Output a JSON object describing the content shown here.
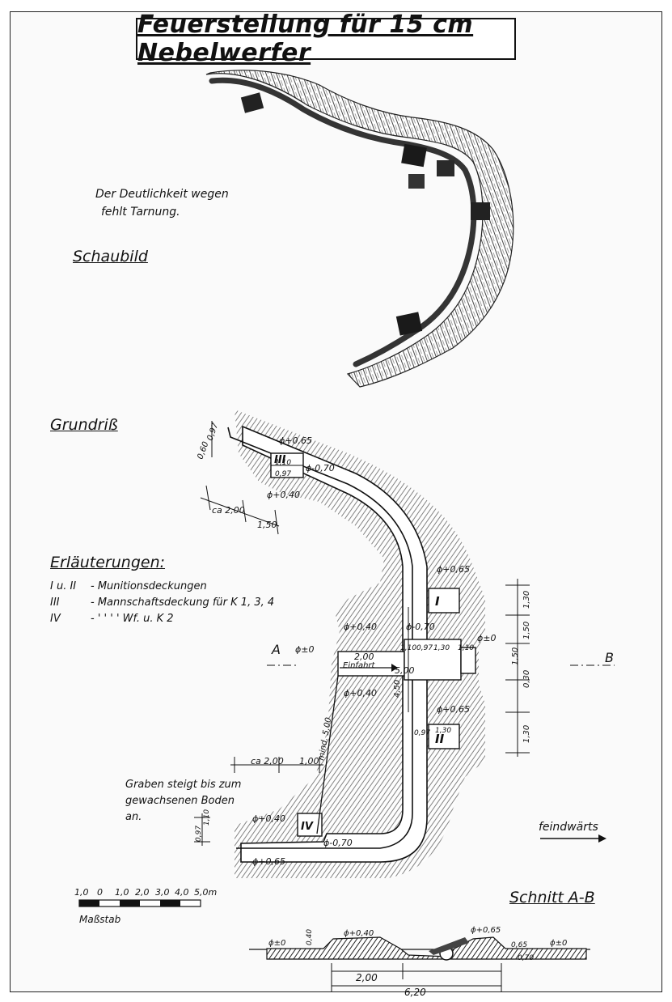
{
  "title": "Feuerstellung für 15 cm Nebelwerfer",
  "note": [
    "Der Deutlichkeit wegen",
    "fehlt Tarnung."
  ],
  "headings": {
    "schaubild": "Schaubild",
    "grundriss": "Grundriß",
    "erlaeuterungen": "Erläuterungen:",
    "schnitt": "Schnitt A-B"
  },
  "legend": [
    {
      "key": "I u. II",
      "text": "- Munitionsdeckungen"
    },
    {
      "key": "III",
      "text": "- Mannschaftsdeckung für K 1, 3, 4"
    },
    {
      "key": "IV",
      "text": "-   '      '      '      ' Wf. u. K 2"
    }
  ],
  "plan": {
    "marks": {
      "I": "I",
      "II": "II",
      "III": "III",
      "IV": "IV"
    },
    "section_a": "A",
    "section_b": "B",
    "einfahrt": "Einfahrt",
    "feindwaerts": "feindwärts",
    "graben_note": [
      "Graben steigt bis zum",
      "gewachsenen Boden",
      "an."
    ],
    "levels": {
      "p065_top": "ϕ+0,65",
      "m070_top": "ϕ-0,70",
      "p040_top": "ϕ+0,40",
      "p065_right": "ϕ+0,65",
      "p040_mid": "ϕ+0,40",
      "m070_mid": "ϕ-0,70",
      "zero_left": "ϕ±0",
      "zero_right": "ϕ±0",
      "p040_low": "ϕ+0,40",
      "p065_low": "ϕ+0,65",
      "p040_bot": "ϕ+0,40",
      "m070_bot": "ϕ-0,70",
      "p065_bot": "ϕ+0,65"
    },
    "dims": {
      "d1": "0,60",
      "d2": "0,97",
      "d3": "1,10",
      "d4": "0,97",
      "ca200_top": "ca 2,00",
      "d150": "1,50",
      "d200_mid": "2,00",
      "d110a": "1,10",
      "d097a": "0,97",
      "d130a": "1,30",
      "d110b": "1,10",
      "d500": "5,00",
      "d450": "4,50",
      "r130": "1,30",
      "r150": "1,50",
      "r150b": "1,50",
      "r030": "0,30",
      "d097b": "0,97",
      "d130b": "1,30",
      "r130b": "1,30",
      "ca200_bot": "ca 2,00",
      "d100": "1,00",
      "mind500": "mind. 5,00",
      "d097c": "0,97",
      "d110c": "1,10"
    }
  },
  "scale": {
    "ticks": [
      "1,0",
      "0",
      "1,0",
      "2,0",
      "3,0",
      "4,0",
      "5,0m"
    ],
    "label": "Maßstab"
  },
  "section": {
    "zero_l": "ϕ±0",
    "p040": "ϕ+0,40",
    "p065": "ϕ+0,65",
    "zero_r": "ϕ±0",
    "d040": "0,40",
    "d065": "0,65",
    "d070": "0,70",
    "d200": "2,00",
    "d620": "6,20"
  }
}
